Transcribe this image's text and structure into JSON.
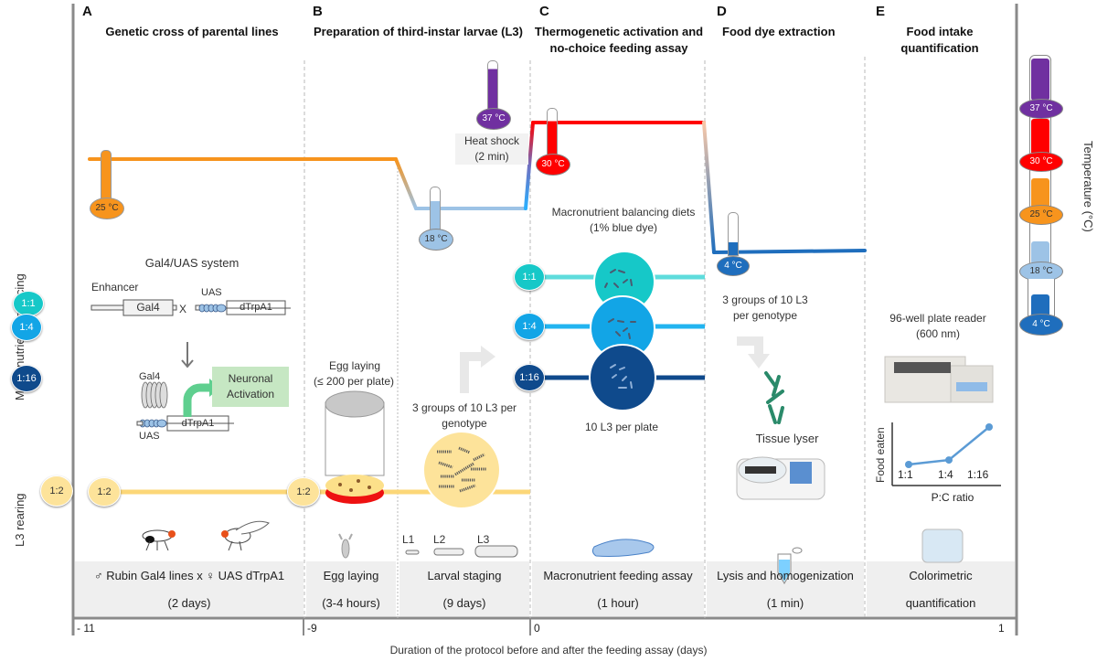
{
  "colors": {
    "temp_25": "#f7941d",
    "temp_18": "#9dc3e6",
    "temp_37": "#7030a0",
    "temp_30": "#ff0000",
    "temp_4": "#1f6ebd",
    "ratio_1_1": "#16c8c8",
    "ratio_1_4": "#12a5e6",
    "ratio_1_16": "#0f4a8c",
    "ratio_1_2": "#fde39a",
    "rearing_line": "#fcd778"
  },
  "axes": {
    "left_top_label": "Macronutrient balancing",
    "left_bottom_label": "L3 rearing",
    "right_label": "Temperature (°C)",
    "x_label": "Duration of the protocol before and after the feeding assay (days)",
    "x_ticks": [
      "- 11",
      "-9",
      "0",
      "1"
    ]
  },
  "left_ratios": [
    "1:1",
    "1:4",
    "1:16"
  ],
  "rearing_ratio": "1:2",
  "temperature_legend": [
    "37 °C",
    "30 °C",
    "25 °C",
    "18 °C",
    "4 °C"
  ],
  "panels": [
    {
      "letter": "A",
      "title": "Genetic cross of parental lines",
      "thermometer": "25 °C",
      "system_title": "Gal4/UAS system",
      "enhancer": "Enhancer",
      "gal4": "Gal4",
      "cross": "X",
      "uas": "UAS",
      "dtrpa1": "dTrpA1",
      "neuronal": "Neuronal Activation",
      "rearing_ratio": "1:2",
      "stage": "♂ Rubin Gal4 lines  x ♀ UAS dTrpA1",
      "duration": "(2 days)"
    },
    {
      "letter": "B",
      "title": "Preparation of third-instar larvae (L3)",
      "thermometer_low": "18 °C",
      "thermometer_high": "37 °C",
      "heat_shock": "Heat shock",
      "heat_shock_time": "(2 min)",
      "egg_laying_note": "Egg laying",
      "egg_laying_limit": "(≤ 200 per plate)",
      "groups_note": "3 groups of 10 L3 per genotype",
      "rearing_ratio": "1:2",
      "larval_stages": [
        "L1",
        "L2",
        "L3"
      ],
      "stage1": "Egg laying",
      "duration1": "(3-4 hours)",
      "stage2": "Larval staging",
      "duration2": "(9 days)"
    },
    {
      "letter": "C",
      "title": "Thermogenetic activation and no-choice feeding assay",
      "thermometer": "30 °C",
      "diets_note": "Macronutrient balancing diets (1% blue dye)",
      "ratios": [
        "1:1",
        "1:4",
        "1:16"
      ],
      "per_plate": "10 L3 per plate",
      "stage": "Macronutrient feeding assay",
      "duration": "(1 hour)"
    },
    {
      "letter": "D",
      "title": "Food dye extraction",
      "thermometer": "4 °C",
      "groups_note": "3 groups of 10 L3 per genotype",
      "device": "Tissue lyser",
      "stage": "Lysis and homogenization",
      "duration": "(1 min)"
    },
    {
      "letter": "E",
      "title": "Food intake quantification",
      "reader": "96-well plate reader",
      "reader_nm": "(600 nm)",
      "stage": "Colorimetric",
      "stage2": "quantification"
    }
  ],
  "chart_data": {
    "type": "line",
    "title": "",
    "xlabel": "P:C ratio",
    "ylabel": "Food eaten",
    "categories": [
      "1:1",
      "1:4",
      "1:16"
    ],
    "values": [
      1,
      1.3,
      3.5
    ],
    "grid": false
  }
}
